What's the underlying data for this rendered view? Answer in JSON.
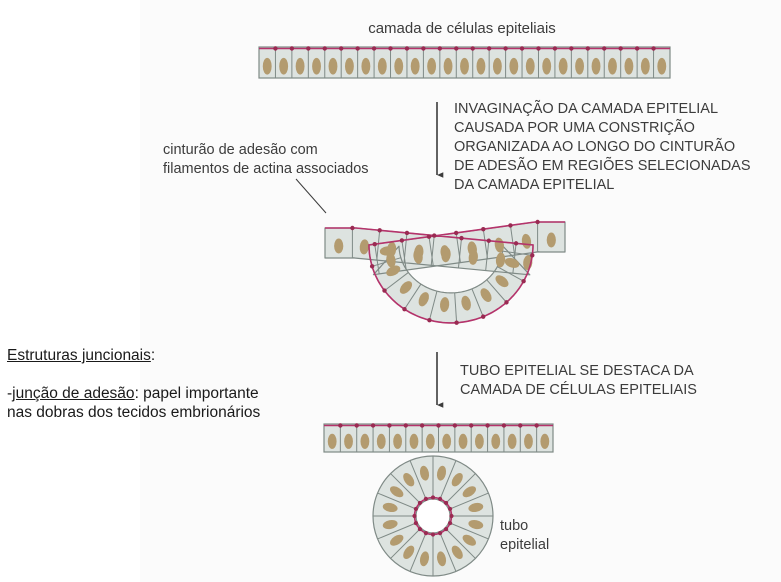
{
  "figure": {
    "label_top": "camada de células epiteliais",
    "label_adhesion": [
      "cinturão de adesão com",
      "filamentos de actina associados"
    ],
    "step1": [
      "INVAGINAÇÃO DA CAMADA EPITELIAL",
      "CAUSADA POR UMA CONSTRIÇÃO",
      "ORGANIZADA AO LONGO DO CINTURÃO",
      "DE ADESÃO EM REGIÕES SELECIONADAS",
      "DA CAMADA EPITELIAL"
    ],
    "step2": [
      "TUBO EPITELIAL SE DESTACA DA",
      "CAMADA DE CÉLULAS EPITELIAIS"
    ],
    "label_tube": [
      "tubo",
      "epitelial"
    ]
  },
  "notes": {
    "heading": "Estruturas juncionais",
    "heading_suffix": ":",
    "item_prefix": "-",
    "item_term": "junção de adesão",
    "item_text": ": papel importante nas dobras dos tecidos embrionários"
  },
  "colors": {
    "cell_fill": "#dde3e0",
    "cell_edge": "#7f8a86",
    "nucleus": "#b39b6f",
    "actin_belt": "#b5336b",
    "junction": "#9a2a52",
    "text": "#3c3c3c"
  }
}
